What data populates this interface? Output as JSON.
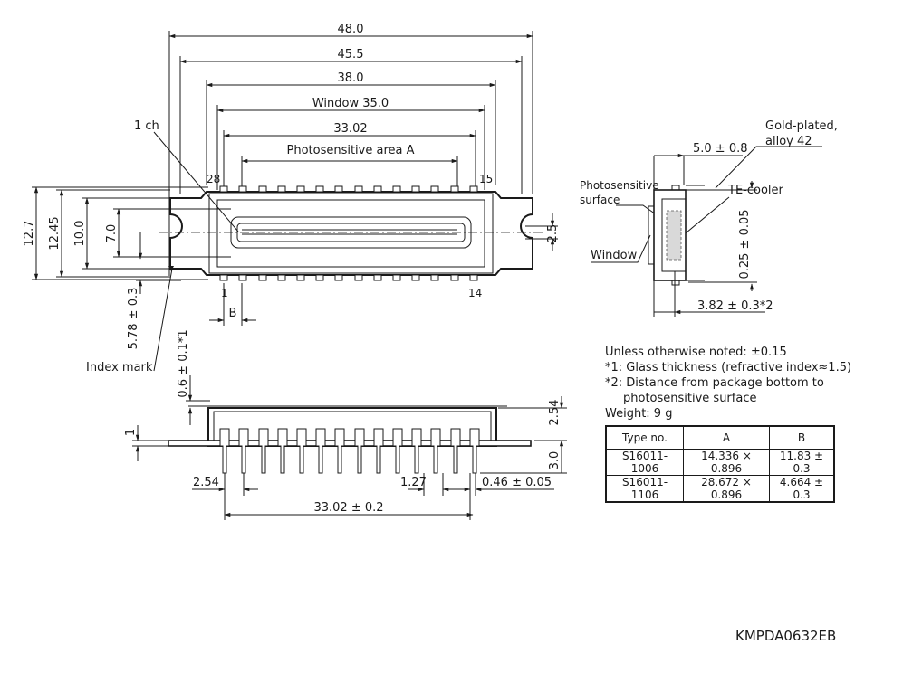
{
  "dims_top": {
    "d48": "48.0",
    "d455": "45.5",
    "d38": "38.0",
    "window": "Window 35.0",
    "d3302": "33.02",
    "photo_area": "Photosensitive area A",
    "ch1": "1 ch",
    "pin28": "28",
    "pin15": "15",
    "pin1": "1",
    "pin14": "14",
    "b": "B",
    "d127": "12.7",
    "d1245": "12.45",
    "d100": "10.0",
    "d70": "7.0",
    "d25": "2.5",
    "d578": "5.78 ± 0.3",
    "index_mark": "Index mark"
  },
  "dims_side": {
    "gold": "Gold-plated,",
    "alloy": "alloy 42",
    "d50": "5.0 ± 0.8",
    "photo_surface_1": "Photosensitive",
    "photo_surface_2": "surface",
    "te_cooler": "TE-cooler",
    "d025": "0.25 ± 0.05",
    "window": "Window",
    "d382": "3.82 ± 0.3*2"
  },
  "dims_bottom": {
    "d06": "0.6 ± 0.1*1",
    "d1": "1",
    "d254r": "2.54",
    "d30": "3.0",
    "d254l": "2.54",
    "d127": "1.27",
    "d046": "0.46 ± 0.05",
    "d3302": "33.02 ± 0.2"
  },
  "notes": {
    "line1": "Unless otherwise noted: ±0.15",
    "line2": "*1: Glass thickness (refractive index≈1.5)",
    "line3": "*2: Distance from package bottom to",
    "line4": "photosensitive surface",
    "line5": "Weight: 9 g"
  },
  "table": {
    "headers": [
      "Type no.",
      "A",
      "B"
    ],
    "rows": [
      [
        "S16011-1006",
        "14.336 × 0.896",
        "11.83 ± 0.3"
      ],
      [
        "S16011-1106",
        "28.672 × 0.896",
        "4.664 ± 0.3"
      ]
    ]
  },
  "doc_id": "KMPDA0632EB"
}
